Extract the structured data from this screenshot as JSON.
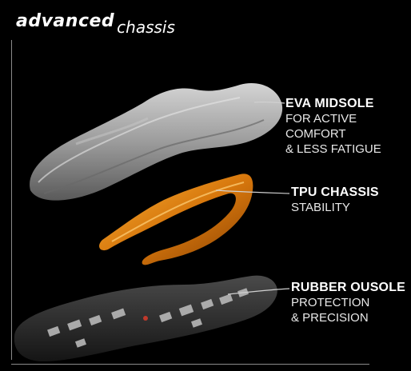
{
  "brand": {
    "bold": "advanced",
    "light": "chassis"
  },
  "layers": [
    {
      "title": "EVA MIDSOLE",
      "lines": [
        "FOR ACTIVE COMFORT",
        "& LESS FATIGUE"
      ]
    },
    {
      "title": "TPU CHASSIS",
      "lines": [
        "STABILITY"
      ]
    },
    {
      "title": "RUBBER OUSOLE",
      "lines": [
        "PROTECTION",
        "& PRECISION"
      ]
    }
  ],
  "colors": {
    "background": "#000000",
    "midsole": "#9a9a9a",
    "chassis": "#e08a12",
    "outsole": "#2a2a2a",
    "rule": "#8a8a8a"
  }
}
